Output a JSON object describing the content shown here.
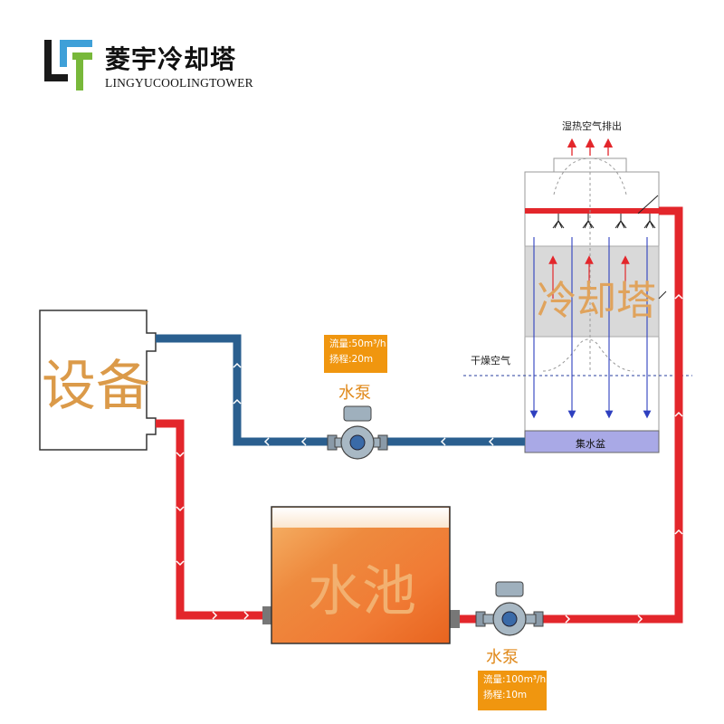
{
  "logo": {
    "chinese_name": "菱宇冷却塔",
    "english_name": "LINGYUCOOLINGTOWER",
    "colors": {
      "black": "#1a1a1a",
      "blue": "#3fa0d8",
      "green": "#78b83a"
    }
  },
  "labels": {
    "equipment": "设备",
    "cooling_tower": "冷却塔",
    "water_pool": "水池",
    "basin": "集水盆",
    "exhaust": "湿热空气排出",
    "dry_air": "干燥空气",
    "pump1": "水泵",
    "pump2": "水泵"
  },
  "pump1_info": {
    "flow": "流量:50m³/h",
    "head": "扬程:20m"
  },
  "pump2_info": {
    "flow": "流量:100m³/h",
    "head": "扬程:10m"
  },
  "colors": {
    "hot_pipe": "#e3262b",
    "cold_pipe": "#2a5f8f",
    "info_box": "#f0960f",
    "basin_fill": "#a9a9e6",
    "fill_zone": "#d8d8d8",
    "label_orange": "#dca053"
  }
}
